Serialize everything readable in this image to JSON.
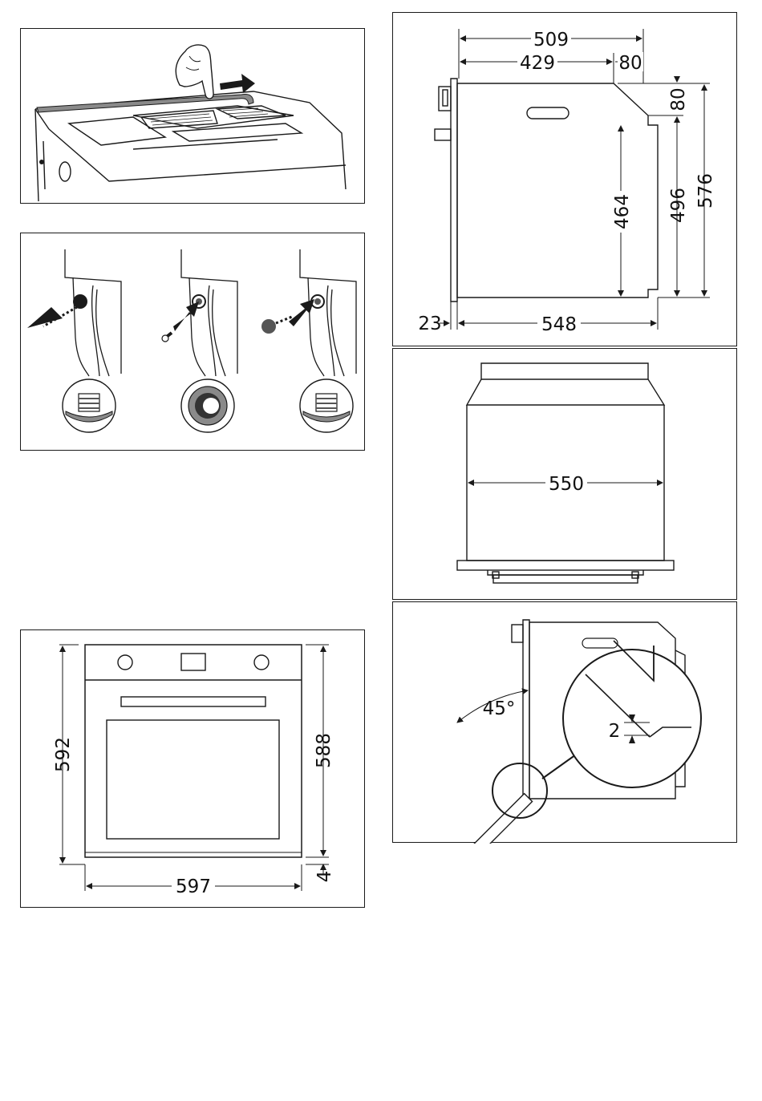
{
  "side_view": {
    "depth_total": "509",
    "depth_body": "429",
    "depth_top_step": "80",
    "height_top_step": "80",
    "height_inner": "464",
    "height_mid": "496",
    "height_total": "576",
    "front_offset": "23",
    "depth_bottom": "548"
  },
  "top_view": {
    "width": "550"
  },
  "front_view": {
    "height_left": "592",
    "height_right": "588",
    "gap_bottom": "4",
    "width": "597"
  },
  "angle_view": {
    "angle": "45°",
    "gap": "2"
  },
  "colors": {
    "line": "#1a1a1a",
    "grey": "#8a8a8a",
    "dark_grey": "#555555"
  }
}
